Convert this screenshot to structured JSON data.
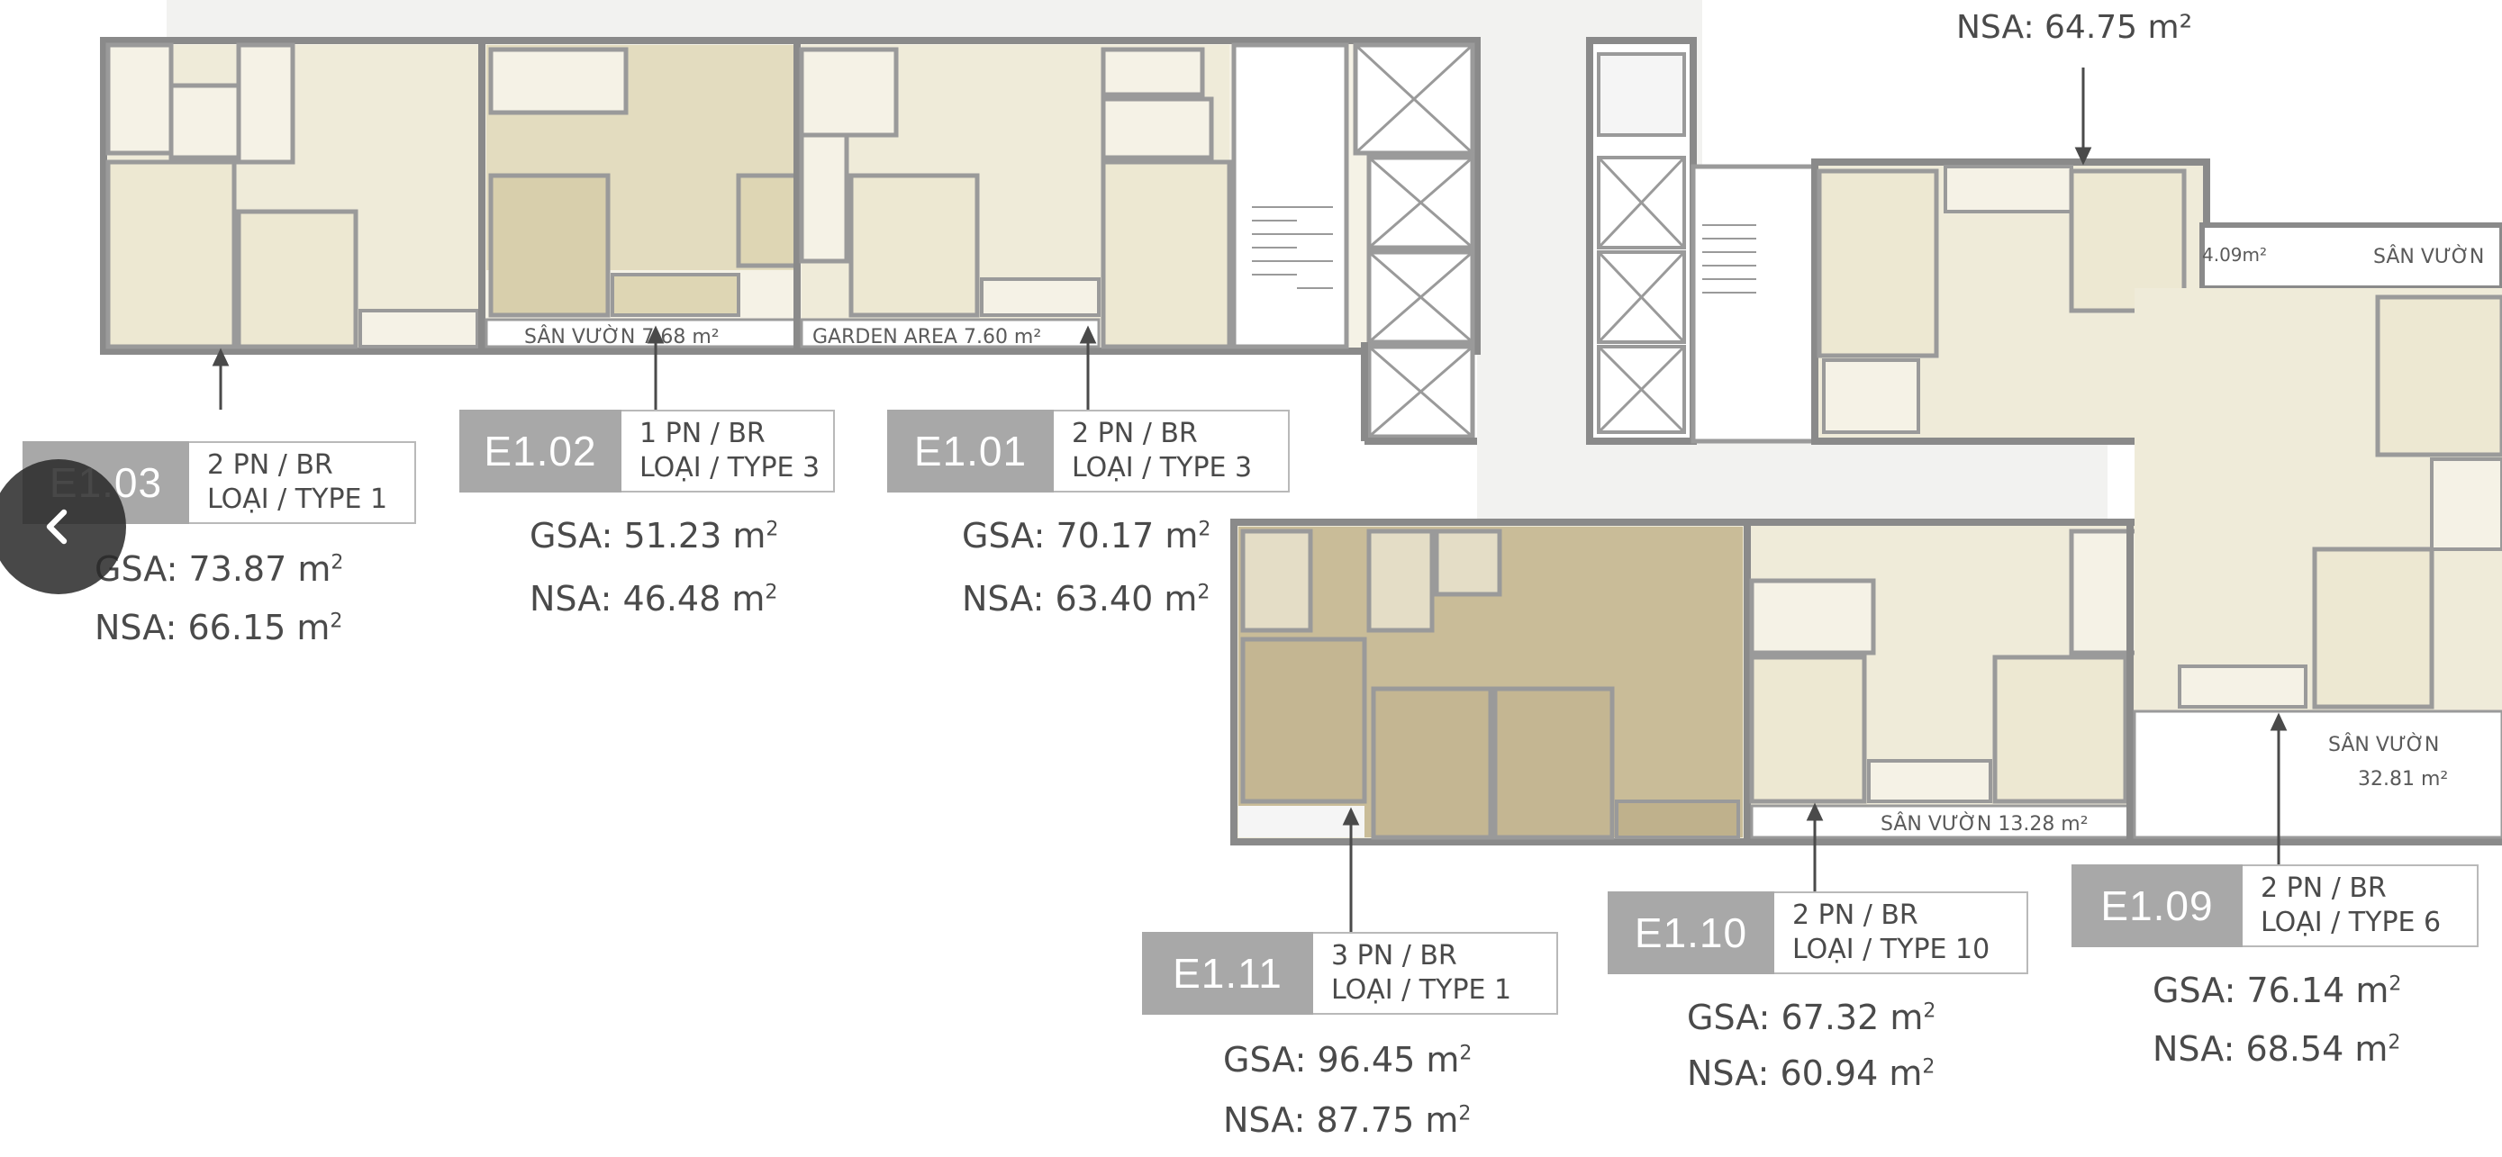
{
  "floorplan": {
    "garden_labels": {
      "e102": "SÂN VƯỜN 7.68 m²",
      "e101": "GARDEN AREA 7.60 m²",
      "e110": "SÂN VƯỜN 13.28 m²",
      "e109_name": "SÂN VƯỜN",
      "e109_area": "32.81 m²",
      "top_right_area": "4.09m²",
      "top_right_name": "SÂN VƯỜN"
    },
    "top_nsa": "NSA: 64.75 m²"
  },
  "units": [
    {
      "code": "E1.03",
      "br": "2 PN / BR",
      "type": "LOẠI / TYPE 1",
      "gsa": "GSA: 73.87 m",
      "nsa": "NSA: 66.15 m"
    },
    {
      "code": "E1.02",
      "br": "1 PN / BR",
      "type": "LOẠI / TYPE 3",
      "gsa": "GSA: 51.23 m",
      "nsa": "NSA: 46.48 m"
    },
    {
      "code": "E1.01",
      "br": "2 PN / BR",
      "type": "LOẠI / TYPE 3",
      "gsa": "GSA: 70.17 m",
      "nsa": "NSA: 63.40 m"
    },
    {
      "code": "E1.11",
      "br": "3 PN / BR",
      "type": "LOẠI / TYPE 1",
      "gsa": "GSA: 96.45 m",
      "nsa": "NSA: 87.75 m"
    },
    {
      "code": "E1.10",
      "br": "2 PN / BR",
      "type": "LOẠI / TYPE 10",
      "gsa": "GSA: 67.32 m",
      "nsa": "NSA: 60.94 m"
    },
    {
      "code": "E1.09",
      "br": "2 PN / BR",
      "type": "LOẠI / TYPE 6",
      "gsa": "GSA: 76.14 m",
      "nsa": "NSA: 68.54 m"
    }
  ],
  "superscript": "2",
  "nav": {
    "prev_icon": "chevron-left-icon"
  },
  "colors": {
    "wall": "#8a8a8a",
    "room_light": "#efebd9",
    "room_mid": "#e3dcbf",
    "room_dark": "#c9bc98",
    "label_box": "#a8a8a8",
    "corridor": "#f2f2f0"
  }
}
